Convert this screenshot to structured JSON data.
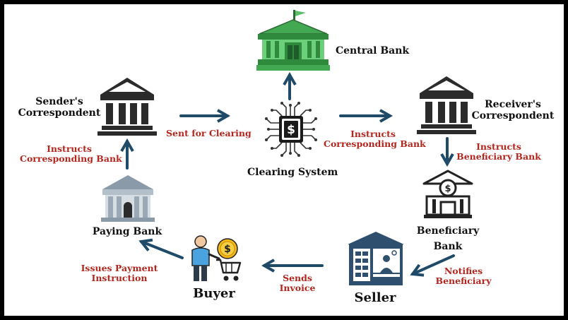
{
  "nodes": {
    "central_bank": "Central Bank",
    "clearing_system": "Clearing System",
    "senders_correspondent": [
      "Sender's",
      "Correspondent"
    ],
    "receivers_correspondent": [
      "Receiver's",
      "Correspondent"
    ],
    "paying_bank": "Paying Bank",
    "beneficiary_bank": [
      "Beneficiary",
      "Bank"
    ],
    "buyer": "Buyer",
    "seller": "Seller"
  },
  "edges": {
    "sent_for_clearing": "Sent for Clearing",
    "instructs_corresponding_bank_left": [
      "Instructs",
      "Corresponding Bank"
    ],
    "instructs_corresponding_bank_right": [
      "Instructs",
      "Corresponding Bank"
    ],
    "instructs_beneficiary_bank": [
      "Instructs",
      "Beneficiary  Bank"
    ],
    "issues_payment_instruction": [
      "Issues Payment",
      "Instruction"
    ],
    "sends_invoice": [
      "Sends",
      "Invoice"
    ],
    "notifies_beneficiary": [
      "Notifies",
      "Beneficiary"
    ]
  },
  "icons": {
    "central_bank": "bank-building-green-icon",
    "clearing_system": "dollar-chip-circuit-icon",
    "senders_correspondent": "bank-building-icon",
    "receivers_correspondent": "bank-building-icon",
    "paying_bank": "bank-building-gray-icon",
    "beneficiary_bank": "bank-dollar-icon",
    "buyer": "shopper-with-cart-icon",
    "seller": "shop-storefront-icon"
  },
  "colors": {
    "arrow": "#1f4a68",
    "edge_label": "#b3261e",
    "node_label": "#111111",
    "central_bank_green": "#3fb04f",
    "buyer_shirt": "#4aa3df",
    "coin": "#f2b516",
    "seller_store": "#2f4f6f"
  }
}
